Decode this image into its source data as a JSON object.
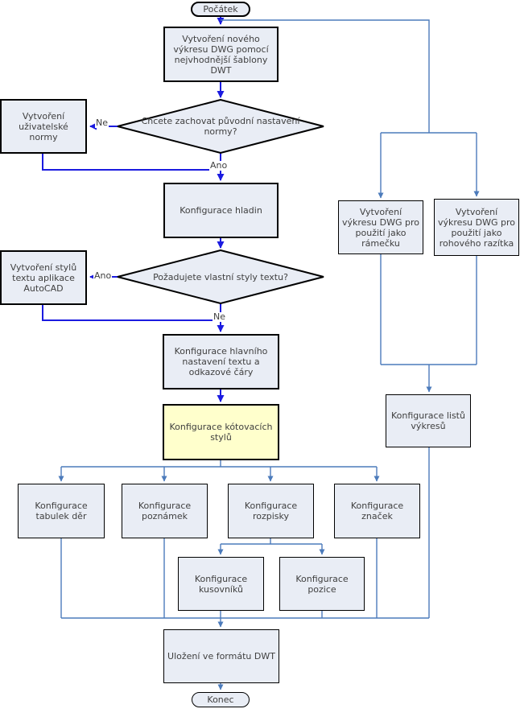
{
  "nodes": {
    "start": "Počátek",
    "create_dwg": "Vytvoření nového výkresu DWG pomocí nejvhodnější šablony DWT",
    "decision_norm": "Chcete zachovat původní nastavení normy?",
    "create_norm": "Vytvoření uživatelské normy",
    "config_layers": "Konfigurace hladin",
    "decision_text_styles": "Požadujete vlastní styly textu?",
    "create_text_styles": "Vytvoření stylů textu aplikace AutoCAD",
    "config_text_leader": "Konfigurace hlavního nastavení textu a odkazové čáry",
    "config_dim_styles": "Konfigurace kótovacích stylů",
    "config_hole_tables": "Konfigurace tabulek děr",
    "config_notes": "Konfigurace poznámek",
    "config_parts_list": "Konfigurace rozpisky",
    "config_symbols": "Konfigurace značek",
    "config_bom": "Konfigurace kusovníků",
    "config_balloons": "Konfigurace pozice",
    "save_dwt": "Uložení ve formátu DWT",
    "end": "Konec",
    "create_frame_dwg": "Vytvoření výkresu DWG pro použití jako rámečku",
    "create_stamp_dwg": "Vytvoření výkresu DWG pro použití jako rohového razítka",
    "config_sheets": "Konfigurace listů výkresů"
  },
  "edge_labels": {
    "no_norm": "Ne",
    "yes_norm": "Ano",
    "yes_text": "Ano",
    "no_text": "Ne"
  },
  "colors": {
    "node_fill": "#e9edf5",
    "highlight_fill": "#ffffcc",
    "main_arrow": "#1b1be0",
    "branch_line": "#4c7bbb",
    "node_border": "#000000",
    "text": "#3f3f3f"
  }
}
